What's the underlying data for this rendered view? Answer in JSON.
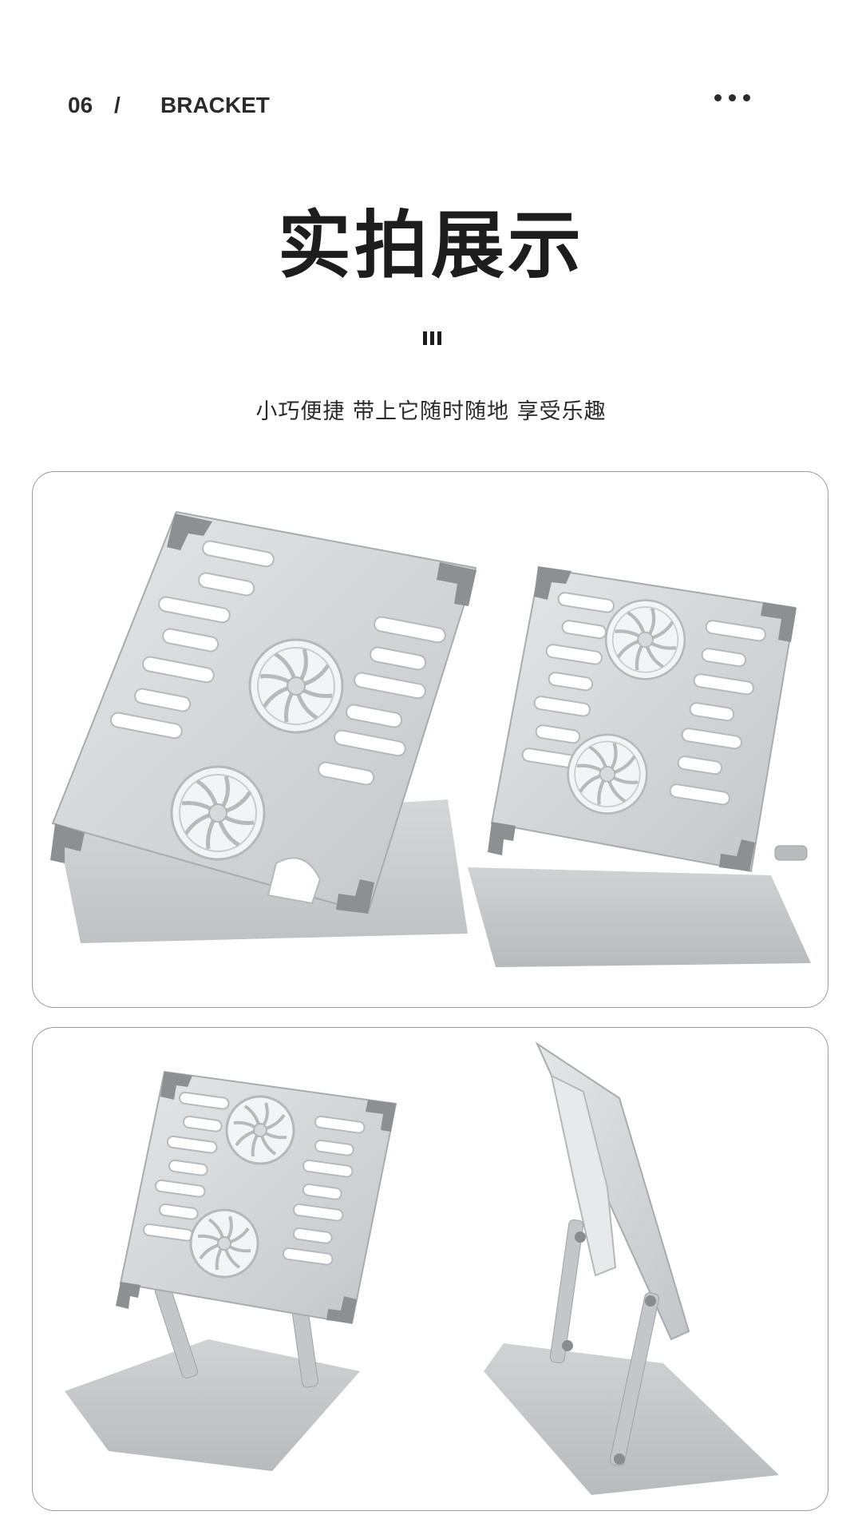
{
  "header": {
    "number": "06",
    "separator": "/",
    "label": "BRACKET"
  },
  "title": "实拍展示",
  "subtitle": "小巧便捷 带上它随时随地 享受乐趣",
  "photos": [
    {
      "icon": "laptop-stand-photo-pair-1"
    },
    {
      "icon": "laptop-stand-photo-pair-2"
    }
  ]
}
